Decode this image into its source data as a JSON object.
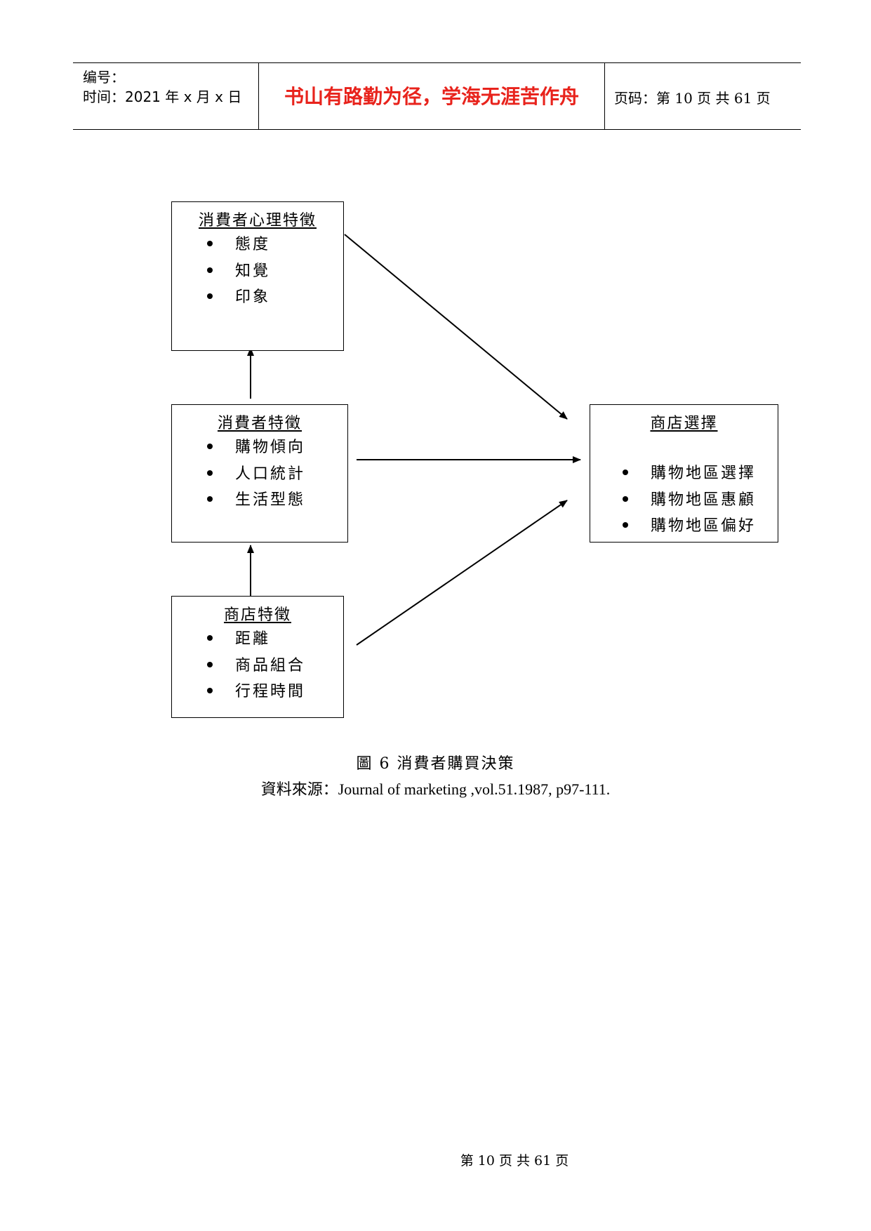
{
  "header": {
    "number_label": "编号：",
    "time_label": "时间：2021 年 x 月 x 日",
    "motto": "书山有路勤为径，学海无涯苦作舟",
    "page_code": "页码：第 10 页  共 61 页"
  },
  "diagram": {
    "box_psych": {
      "title": "消費者心理特徵",
      "items": [
        "態度",
        "知覺",
        "印象"
      ]
    },
    "box_consumer": {
      "title": "消費者特徵",
      "items": [
        "購物傾向",
        "人口統計",
        "生活型態"
      ]
    },
    "box_store": {
      "title": "商店特徵",
      "items": [
        "距離",
        "商品組合",
        "行程時間"
      ]
    },
    "box_choice": {
      "title": "商店選擇",
      "items": [
        "購物地區選擇",
        "購物地區惠顧",
        "購物地區偏好"
      ]
    }
  },
  "caption": "圖 6  消費者購買決策",
  "source": "資料來源：Journal of marketing ,vol.51.1987, p97-111.",
  "footer": "第  10  页  共  61  页"
}
